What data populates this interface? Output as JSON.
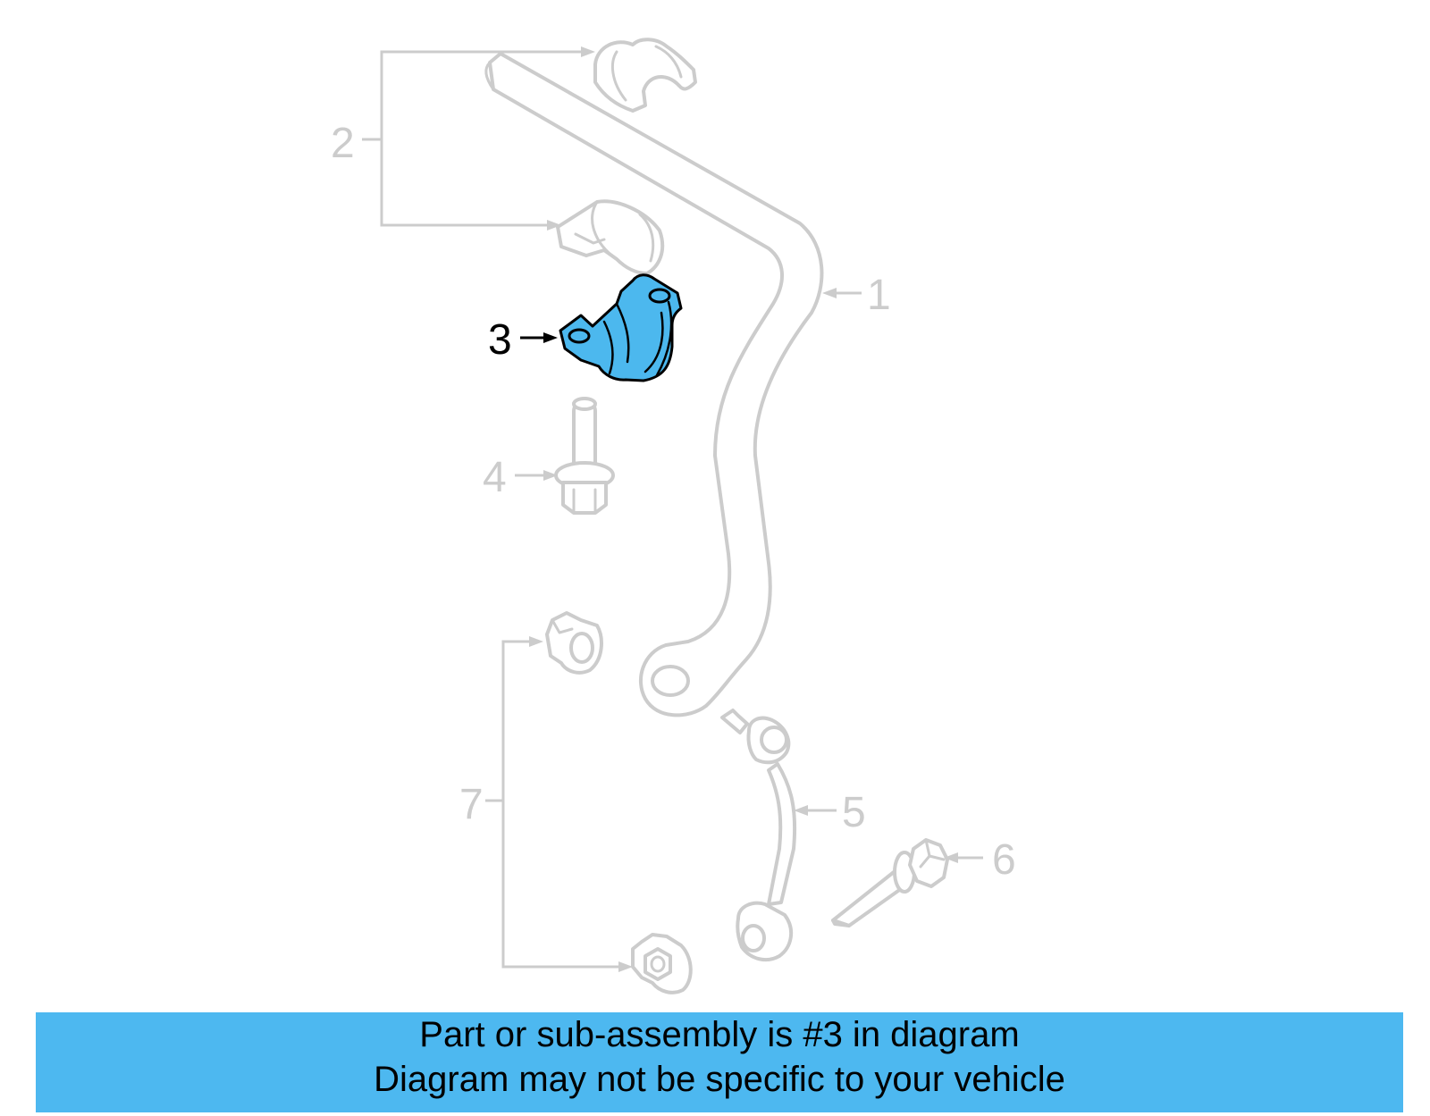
{
  "diagram": {
    "callouts": {
      "c1": "1",
      "c2": "2",
      "c3": "3",
      "c4": "4",
      "c5": "5",
      "c6": "6",
      "c7": "7"
    },
    "highlighted_part": "3",
    "colors": {
      "highlight_fill": "#4cb8ee",
      "part_outline": "#cccccc",
      "banner_background": "#4db8f0"
    }
  },
  "banner": {
    "line1": "Part or sub-assembly is #3 in diagram",
    "line2": "Diagram may not be specific to your vehicle"
  }
}
